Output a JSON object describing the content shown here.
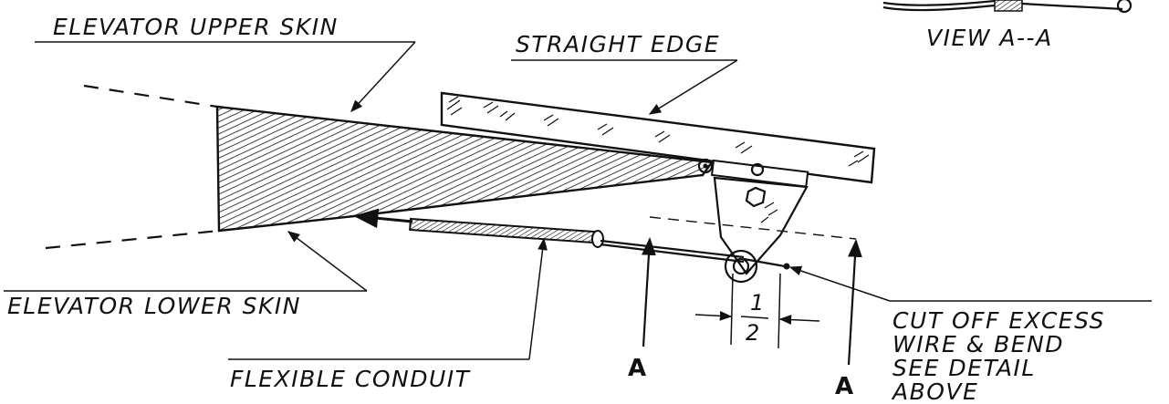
{
  "labels": {
    "upper_skin": "ELEVATOR UPPER SKIN",
    "straight_edge": "STRAIGHT EDGE",
    "lower_skin": "ELEVATOR LOWER SKIN",
    "flexible_conduit": "FLEXIBLE CONDUIT",
    "view": "VIEW A--A",
    "section_left": "A",
    "section_right": "A",
    "fraction_numerator": "1",
    "fraction_denominator": "2",
    "note_line1": "CUT OFF EXCESS",
    "note_line2": "WIRE & BEND",
    "note_line3": "SEE DETAIL",
    "note_line4": "ABOVE"
  }
}
